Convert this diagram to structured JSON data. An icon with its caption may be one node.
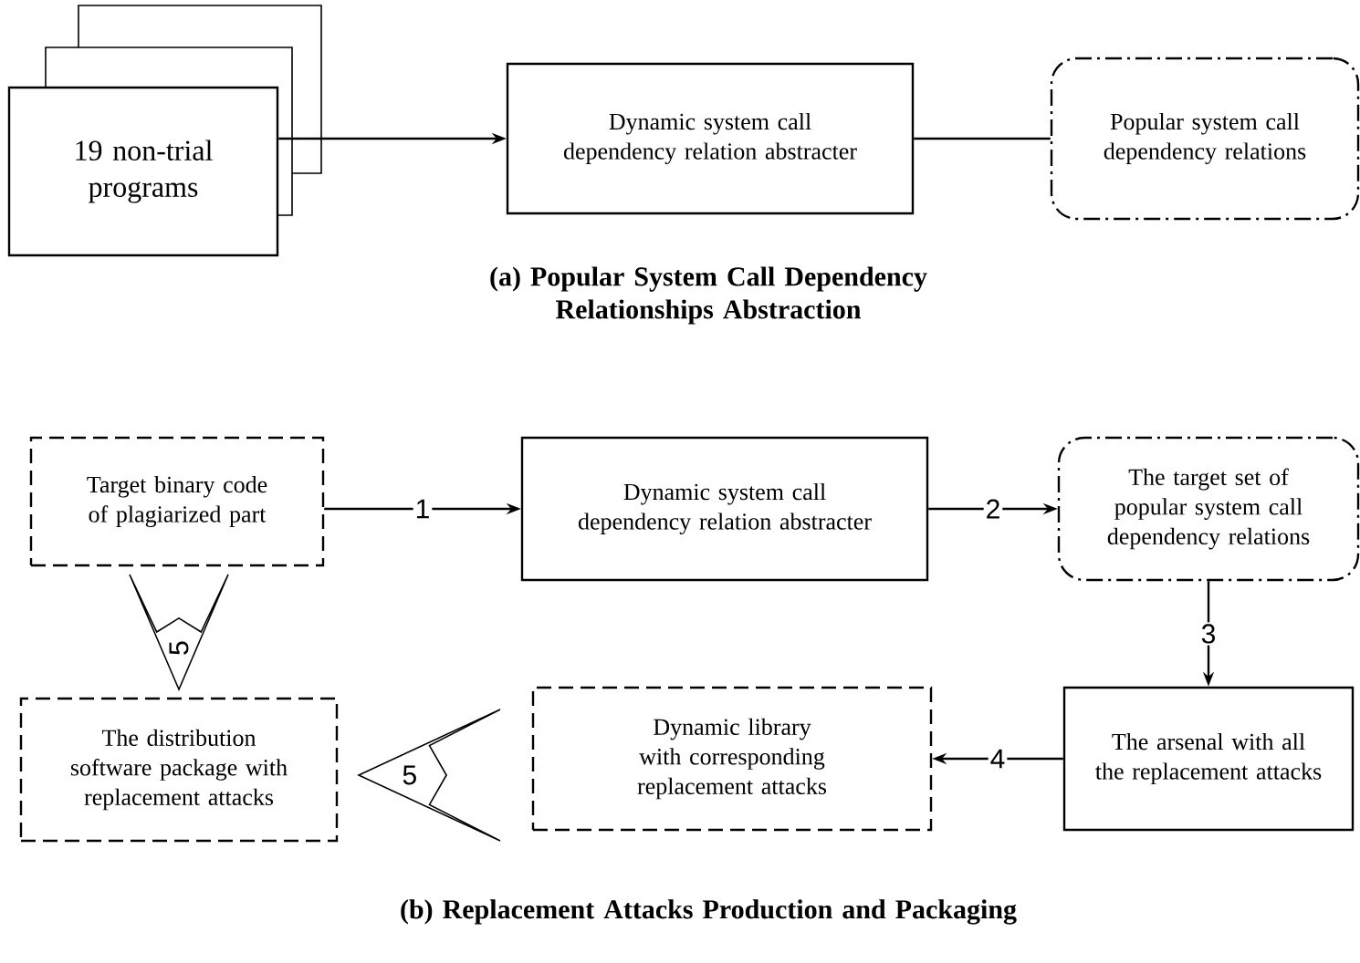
{
  "diagram": {
    "nodes": [
      {
        "text": [
          "19 non-trial programs"
        ]
      },
      {
        "text": [
          "Dynamic system call dependency relation abstracter"
        ]
      },
      {
        "text": [
          "Popular system call dependency relations"
        ]
      },
      {
        "text": [
          "Target binary code of plagiarized part"
        ]
      },
      {
        "text": [
          "Dynamic system call dependency relation abstracter"
        ]
      },
      {
        "text": [
          "The target set of popular system call dependency relations"
        ]
      },
      {
        "text": [
          "The arsenal with all the replacement attacks"
        ]
      },
      {
        "text": [
          "Dynamic library with corresponding replacement attacks"
        ]
      },
      {
        "text": [
          "The distribution software package with replacement attacks"
        ]
      }
    ],
    "edges": [
      {
        "from": 0,
        "to": 1,
        "arrow": "to"
      },
      {
        "from": 1,
        "to": 2,
        "arrow": "none"
      },
      {
        "from": 3,
        "to": 4,
        "arrow": "to",
        "label": "1"
      },
      {
        "from": 4,
        "to": 5,
        "arrow": "to",
        "label": "2"
      },
      {
        "from": 5,
        "to": 6,
        "arrow": "to",
        "label": "3"
      },
      {
        "from": 6,
        "to": 7,
        "arrow": "to",
        "label": "4"
      },
      {
        "from": 7,
        "to": 8,
        "arrow": "to",
        "label": "5",
        "style": "thick"
      },
      {
        "from": 3,
        "to": 8,
        "arrow": "to",
        "label": "5",
        "style": "thick"
      }
    ],
    "labels": [
      "(a) Popular System Call Dependency Relationships Abstraction",
      "(b) Replacement Attacks Production and Packaging"
    ]
  }
}
